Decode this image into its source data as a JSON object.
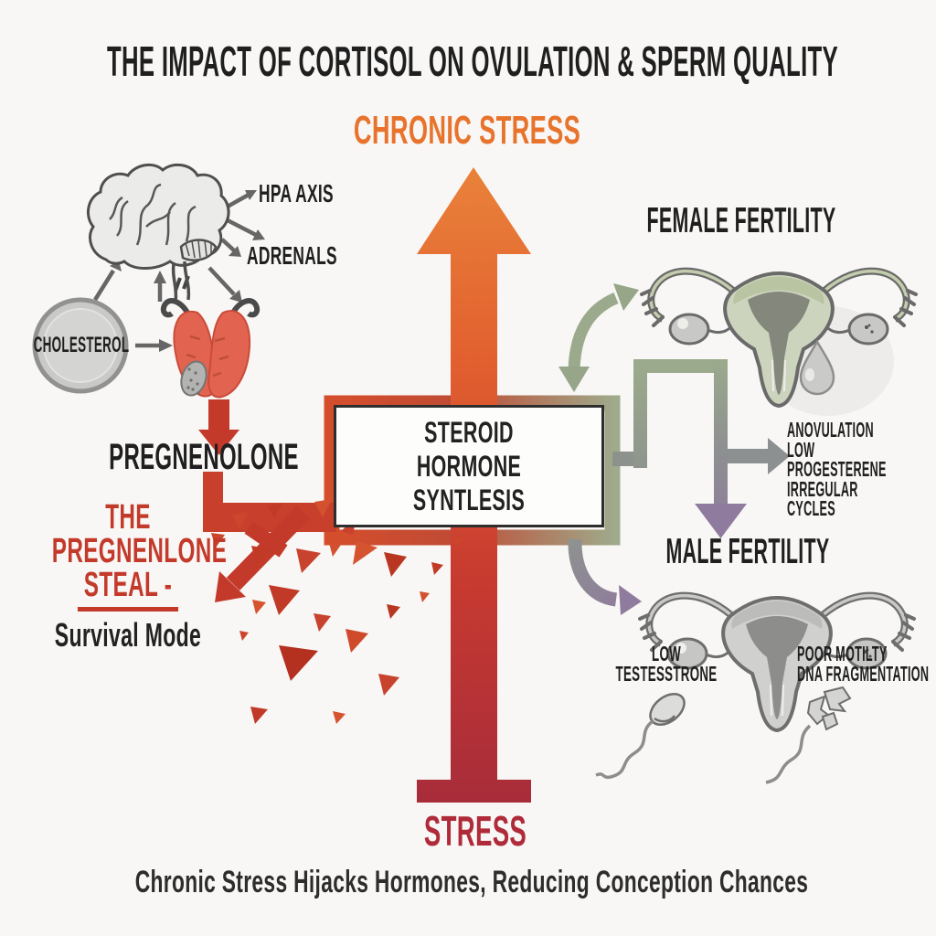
{
  "title": "THE IMPACT OF CORTISOL ON OVULATION & SPERM QUALITY",
  "hpa_diagram": {
    "chronic_stress_label": "CHRONIC STRESS",
    "hpa_axis_label": "HPA AXIS",
    "adrenals_label": "ADRENALS",
    "cholesterol_label": "CHOLESTEROL",
    "pregnenolone_label": "PREGNENOLONE"
  },
  "steal_callout": {
    "line1": "THE",
    "line2": "PREGNENLONE",
    "line3": "STEAL -",
    "subtitle": "Survival Mode"
  },
  "synthesis_box": {
    "line1": "STEROID HORMONE",
    "line2": "SYNTLESIS"
  },
  "stress_axis": {
    "top_label": "CHRONIC STRESS",
    "bottom_label": "STRESS"
  },
  "female_section": {
    "heading": "FEMALE FERTILITY",
    "effects": [
      "ANOVULATION",
      "LOW PROGESTERENE",
      "IRREGULAR CYCLES"
    ]
  },
  "male_section": {
    "heading": "MALE FERTILITY",
    "left_effect_line1": "LOW",
    "left_effect_line2": "TESTESSTRONE",
    "right_effect_line1": "POOR MOTILTY",
    "right_effect_line2": "DNA FRAGMENTATION"
  },
  "footer": "Chronic Stress Hijacks Hormones, Reducing Conception Chances",
  "colors": {
    "orange": "#E8732C",
    "red": "#C33A2B",
    "crimson": "#B02B3A",
    "sage_green": "#9BAA8C",
    "gray_arrow": "#8D9090",
    "purple": "#8F7B9D",
    "salmon": "#E26450",
    "ink": "#1F1F1F",
    "ink_soft": "#2D2D2D"
  },
  "icons": [
    "brain-icon",
    "adrenal-glands-icon",
    "cholesterol-circle-icon",
    "uterus-female-icon",
    "uterus-male-icon",
    "egg-icon",
    "sperm-icon",
    "sperm-fragmented-icon",
    "chronic-stress-up-arrow",
    "stress-pedestal",
    "blocked-arrow-icon",
    "curved-exchange-arrow-icon",
    "shatter-triangles"
  ]
}
